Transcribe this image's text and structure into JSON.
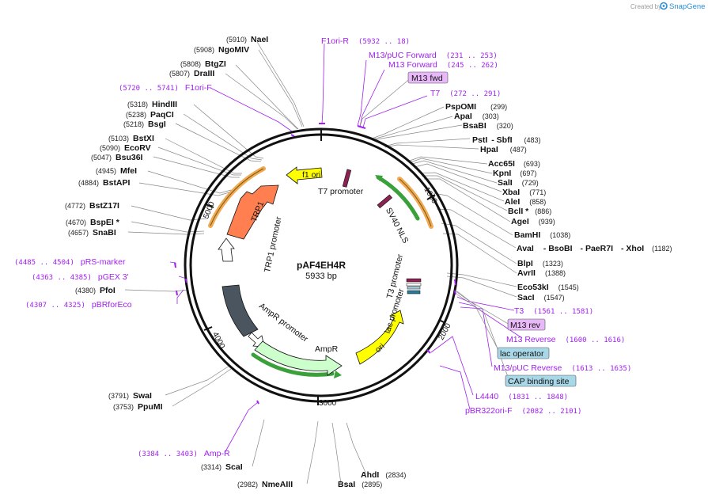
{
  "credit": {
    "created_by": "Created by",
    "brand": "SnapGene",
    "logo_icon": "snapgene-logo-icon"
  },
  "plasmid": {
    "name": "pAF4EH4R",
    "length": "5933 bp"
  },
  "ticks": {
    "t1000": "1000",
    "t2000": "2000",
    "t3000": "3000",
    "t4000": "4000",
    "t5000": "5000"
  },
  "features": {
    "f1ori": "f1 ori",
    "trp1": "TRP1",
    "trp1_promoter": "TRP1 promoter",
    "t7_promoter": "T7 promoter",
    "sv40_nls": "SV40 NLS",
    "t3_promoter": "T3 promoter",
    "lac_promoter": "lac promoter",
    "cen_ars": "CEN/ARS",
    "ampr_promoter": "AmpR promoter",
    "ampr": "AmpR",
    "ori": "ori"
  },
  "enzymes": [
    {
      "name": "NaeI",
      "pos": "(5910)"
    },
    {
      "name": "NgoMIV",
      "pos": "(5908)"
    },
    {
      "name": "BtgZI",
      "pos": "(5808)"
    },
    {
      "name": "DraIII",
      "pos": "(5807)"
    },
    {
      "name": "HindIII",
      "pos": "(5318)"
    },
    {
      "name": "PaqCI",
      "pos": "(5238)"
    },
    {
      "name": "BsgI",
      "pos": "(5218)"
    },
    {
      "name": "BstXI",
      "pos": "(5103)"
    },
    {
      "name": "EcoRV",
      "pos": "(5090)"
    },
    {
      "name": "Bsu36I",
      "pos": "(5047)"
    },
    {
      "name": "MfeI",
      "pos": "(4945)"
    },
    {
      "name": "BstAPI",
      "pos": "(4884)"
    },
    {
      "name": "BstZ17I",
      "pos": "(4772)"
    },
    {
      "name": "BspEI *",
      "pos": "(4670)"
    },
    {
      "name": "SnaBI",
      "pos": "(4657)"
    },
    {
      "name": "PfoI",
      "pos": "(4380)"
    },
    {
      "name": "SwaI",
      "pos": "(3791)"
    },
    {
      "name": "PpuMI",
      "pos": "(3753)"
    },
    {
      "name": "ScaI",
      "pos": "(3314)"
    },
    {
      "name": "NmeAIII",
      "pos": "(2982)"
    },
    {
      "name": "BsaI",
      "pos": "(2895)"
    },
    {
      "name": "AhdI",
      "pos": "(2834)"
    },
    {
      "name": "PspOMI",
      "pos": "(299)"
    },
    {
      "name": "ApaI",
      "pos": "(303)"
    },
    {
      "name": "BsaBI",
      "pos": "(320)"
    },
    {
      "name": "PstI",
      "pos": ""
    },
    {
      "name": "- SbfI",
      "pos": "(483)"
    },
    {
      "name": "HpaI",
      "pos": "(487)"
    },
    {
      "name": "Acc65I",
      "pos": "(693)"
    },
    {
      "name": "KpnI",
      "pos": "(697)"
    },
    {
      "name": "SalI",
      "pos": "(729)"
    },
    {
      "name": "XbaI",
      "pos": "(771)"
    },
    {
      "name": "AleI",
      "pos": "(858)"
    },
    {
      "name": "BclI *",
      "pos": "(886)"
    },
    {
      "name": "AgeI",
      "pos": "(939)"
    },
    {
      "name": "BamHI",
      "pos": "(1038)"
    },
    {
      "name": "AvaI",
      "pos": ""
    },
    {
      "name": "- BsoBI",
      "pos": ""
    },
    {
      "name": "- PaeR7I",
      "pos": ""
    },
    {
      "name": "- XhoI",
      "pos": "(1182)"
    },
    {
      "name": "BlpI",
      "pos": "(1323)"
    },
    {
      "name": "AvrII",
      "pos": "(1388)"
    },
    {
      "name": "Eco53kI",
      "pos": "(1545)"
    },
    {
      "name": "SacI",
      "pos": "(1547)"
    }
  ],
  "primers": [
    {
      "name": "F1ori-R",
      "range": "(5932 .. 18)"
    },
    {
      "name": "M13/pUC Forward",
      "range": "(231 .. 253)"
    },
    {
      "name": "M13 Forward",
      "range": "(245 .. 262)"
    },
    {
      "name": "T7",
      "range": "(272 .. 291)"
    },
    {
      "name": "F1ori-F",
      "range": "(5720 .. 5741)"
    },
    {
      "name": "pRS-marker",
      "range": "(4485 .. 4504)"
    },
    {
      "name": "pGEX 3'",
      "range": "(4363 .. 4385)"
    },
    {
      "name": "pBRforEco",
      "range": "(4307 .. 4325)"
    },
    {
      "name": "Amp-R",
      "range": "(3384 .. 3403)"
    },
    {
      "name": "T3",
      "range": "(1561 .. 1581)"
    },
    {
      "name": "M13 Reverse",
      "range": "(1600 .. 1616)"
    },
    {
      "name": "M13/pUC Reverse",
      "range": "(1613 .. 1635)"
    },
    {
      "name": "L4440",
      "range": "(1831 .. 1848)"
    },
    {
      "name": "pBR322ori-F",
      "range": "(2082 .. 2101)"
    }
  ],
  "badges": {
    "m13_fwd": "M13 fwd",
    "m13_rev": "M13 rev",
    "lac_operator": "lac operator",
    "cap_binding_site": "CAP binding site"
  },
  "colors": {
    "primer": "#a020f0",
    "f1ori": "#ffff00",
    "trp1": "#ff7f50",
    "ampr": "#ccffcc",
    "cen_ars": "#4a5560",
    "ori": "#ffff00",
    "orange_arc": "#f0a040",
    "green_arc": "#3aa03a",
    "m13_badge": "#e8b8f8",
    "lac_badge": "#a8d8e8"
  }
}
